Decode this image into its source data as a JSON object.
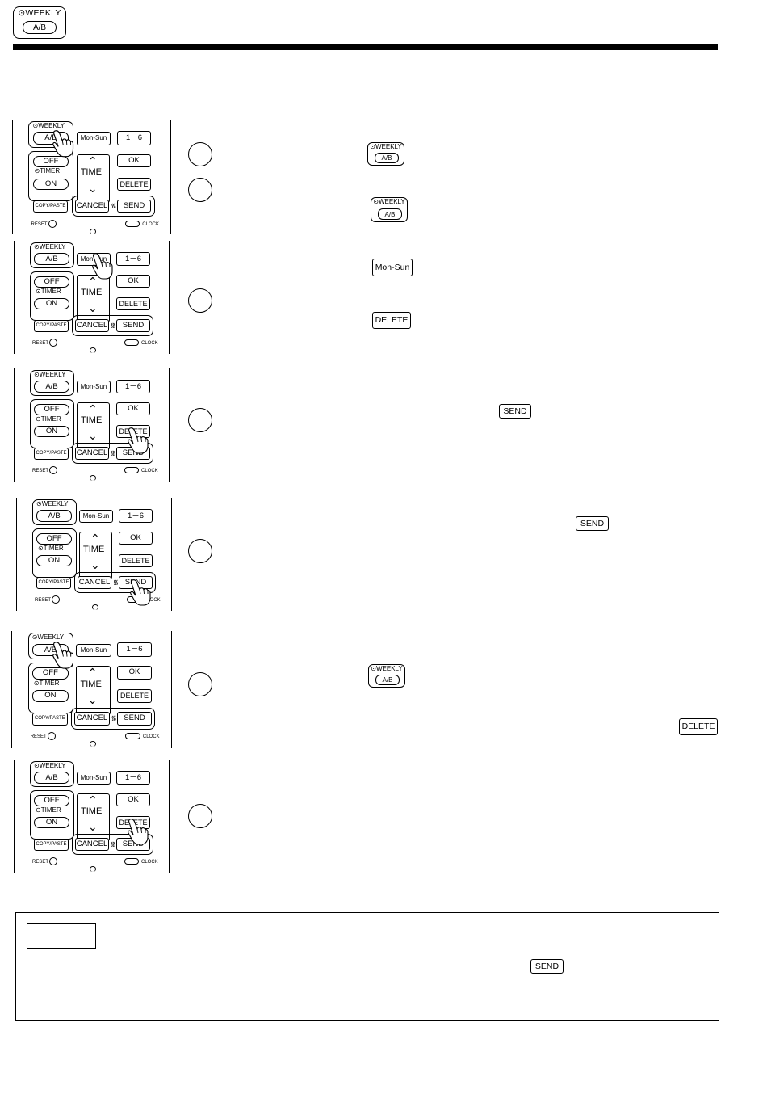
{
  "header": {
    "badge_top": "WEEKLY",
    "badge_bottom": "A/B"
  },
  "remote": {
    "weekly": "WEEKLY",
    "ab": "A/B",
    "mon_sun": "Mon-Sun",
    "one_six": "1－6",
    "off": "OFF",
    "timer": "TIMER",
    "on": "ON",
    "time": "TIME",
    "ok": "OK",
    "delete": "DELETE",
    "copy_paste": "COPY/PASTE",
    "cancel": "CANCEL",
    "send": "SEND",
    "reset": "RESET",
    "clock": "CLOCK"
  },
  "inline_icons": {
    "weekly": "WEEKLY",
    "ab": "A/B",
    "mon_sun": "Mon-Sun",
    "delete": "DELETE",
    "send": "SEND"
  }
}
